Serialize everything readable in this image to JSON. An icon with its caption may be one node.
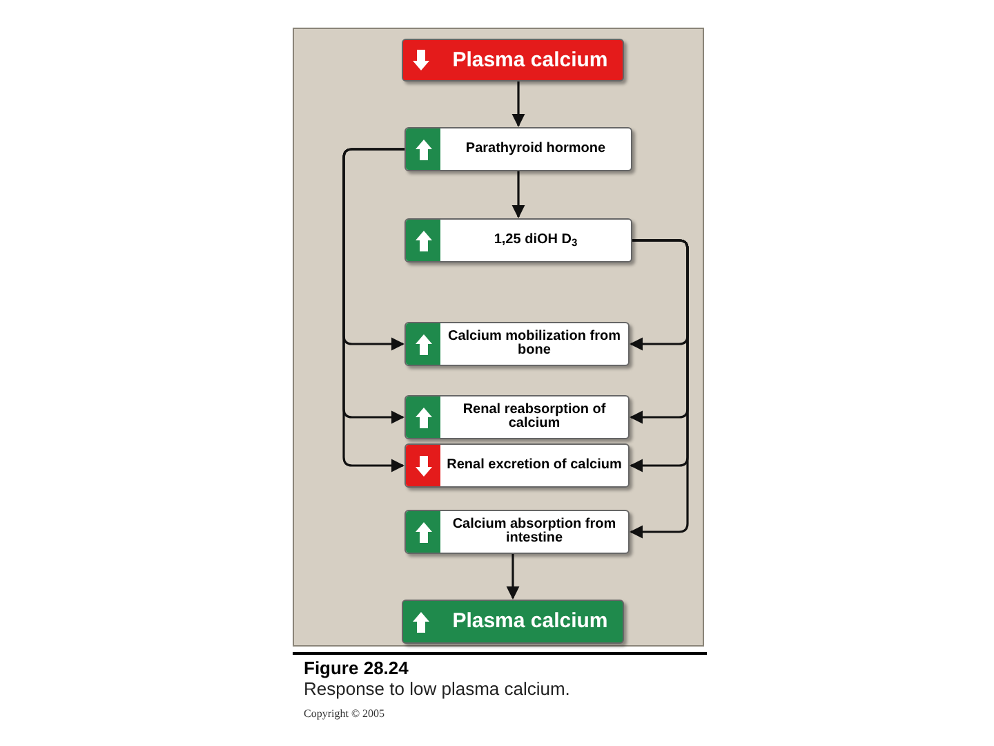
{
  "diagram": {
    "title": "Figure 28.24",
    "caption": "Response to low plasma calcium.",
    "nodes": [
      {
        "text": [
          "Plasma calcium"
        ]
      },
      {
        "text": [
          "Parathyroid hormone"
        ]
      },
      {
        "text": [
          "1,25 diOH D$_{3}$"
        ]
      },
      {
        "text": [
          "Calcium mobilization from bone"
        ]
      },
      {
        "text": [
          "Renal reabsorption of calcium"
        ]
      },
      {
        "text": [
          "Renal excretion of calcium"
        ]
      },
      {
        "text": [
          "Calcium absorption from intestine"
        ]
      },
      {
        "text": [
          "Plasma calcium"
        ]
      }
    ],
    "edges": [
      {
        "from": 0,
        "to": 1,
        "arrow": "to"
      },
      {
        "from": 1,
        "to": 2,
        "arrow": "to"
      },
      {
        "from": 1,
        "to": 3,
        "arrow": "to"
      },
      {
        "from": 1,
        "to": 4,
        "arrow": "to"
      },
      {
        "from": 1,
        "to": 5,
        "arrow": "to"
      },
      {
        "from": 2,
        "to": 3,
        "arrow": "to"
      },
      {
        "from": 2,
        "to": 4,
        "arrow": "to"
      },
      {
        "from": 2,
        "to": 5,
        "arrow": "to"
      },
      {
        "from": 2,
        "to": 6,
        "arrow": "to"
      },
      {
        "from": 6,
        "to": 7,
        "arrow": "to"
      }
    ],
    "labels": [
      "Copyright © 2005"
    ]
  }
}
